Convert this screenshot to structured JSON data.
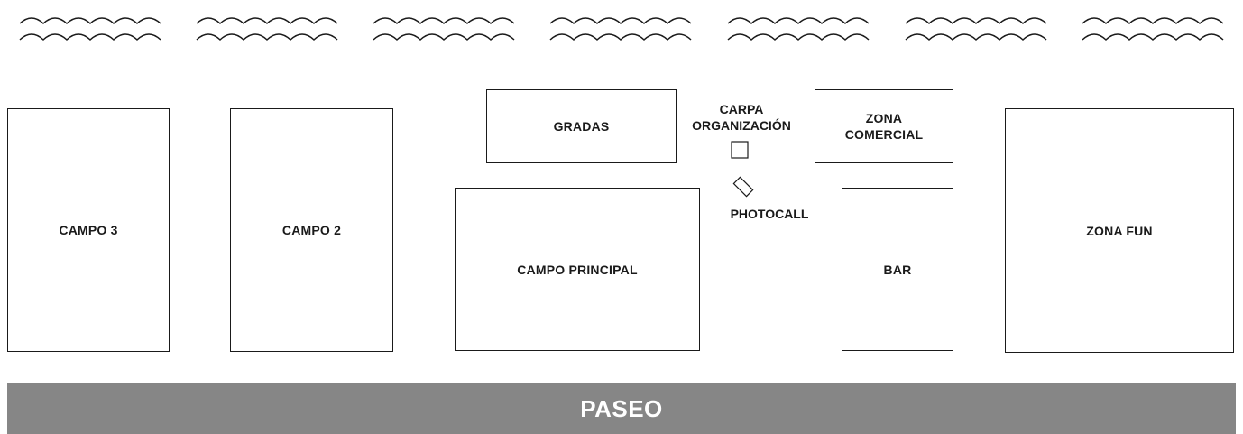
{
  "map": {
    "colors": {
      "line": "#1a1a1a",
      "paseo_bg": "#868686",
      "paseo_text": "#ffffff"
    },
    "water_icon": "wave-icon",
    "zones": {
      "campo3": "CAMPO 3",
      "campo2": "CAMPO 2",
      "gradas": "GRADAS",
      "campo_principal": "CAMPO PRINCIPAL",
      "zona_comercial": "ZONA\nCOMERCIAL",
      "bar": "BAR",
      "zona_fun": "ZONA FUN"
    },
    "markers": {
      "carpa": "CARPA\nORGANIZACIÓN",
      "carpa_icon": "square-tent-icon",
      "photocall": "PHOTOCALL",
      "photocall_icon": "diamond-photocall-icon"
    },
    "paseo": "PASEO"
  }
}
